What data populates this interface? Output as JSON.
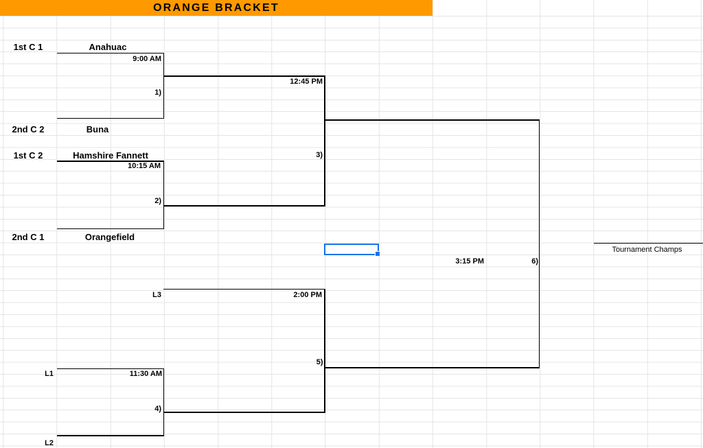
{
  "header": {
    "title": "ORANGE BRACKET"
  },
  "games": {
    "game1": {
      "label": "1)",
      "time": "9:00 AM",
      "top_seed": "1st C 1",
      "top_team": "Anahuac",
      "bottom_seed": "2nd C 2",
      "bottom_team": "Buna"
    },
    "game2": {
      "label": "2)",
      "time": "10:15 AM",
      "top_seed": "1st C 2",
      "top_team": "Hamshire Fannett",
      "bottom_seed": "2nd C 1",
      "bottom_team": "Orangefield"
    },
    "game3": {
      "label": "3)",
      "time": "12:45 PM"
    },
    "game4": {
      "label": "4)",
      "time": "11:30 AM",
      "top_source": "L1",
      "bottom_source": "L2"
    },
    "game5": {
      "label": "5)",
      "time": "2:00 PM",
      "top_source": "L3"
    },
    "game6": {
      "label": "6)",
      "time": "3:15 PM"
    }
  },
  "footer": {
    "champs_label": "Tournament Champs"
  },
  "colors": {
    "title_bar": "#ff9900",
    "selection": "#1a73e8",
    "gridline": "#e4e4e4",
    "bracket_line": "#000000"
  }
}
